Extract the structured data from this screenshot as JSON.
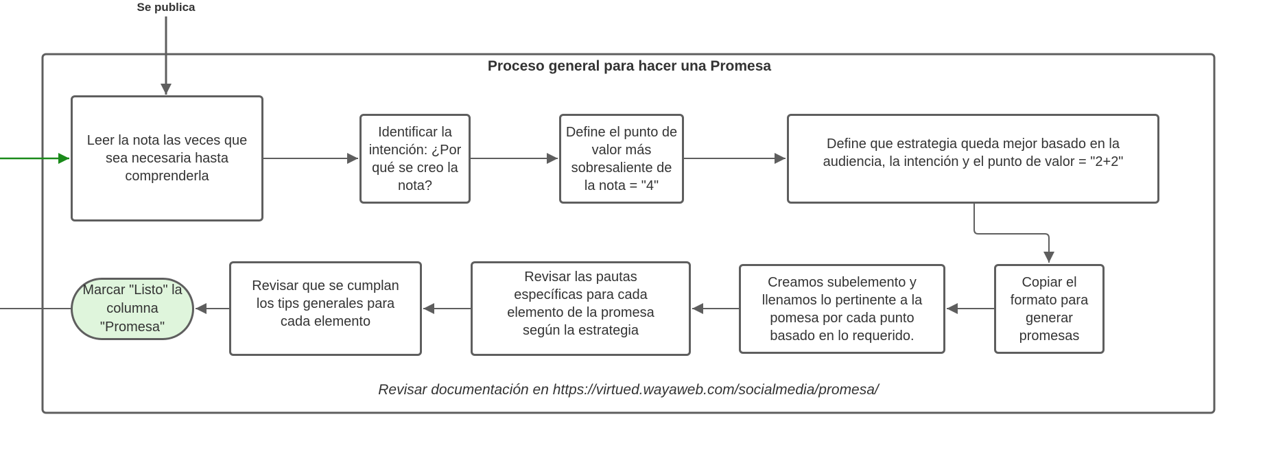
{
  "diagram": {
    "entry_label": "Se publica",
    "container_title": "Proceso general para hacer una Promesa",
    "footer_note": "Revisar documentación en https://virtued.wayaweb.com/socialmedia/promesa/",
    "steps": [
      {
        "text": "Leer la nota las veces que sea necesaria hasta comprenderla"
      },
      {
        "text": "Identificar la intención: ¿Por qué se creo la nota?"
      },
      {
        "text": "Define el punto de valor más sobresaliente de la nota = \"4\""
      },
      {
        "text": "Define que estrategia queda mejor basado en la audiencia, la intención y el punto de valor = \"2+2\""
      },
      {
        "text": "Copiar el formato para generar promesas"
      },
      {
        "text": "Creamos subelemento y llenamos lo pertinente a la pomesa por cada punto basado en lo requerido."
      },
      {
        "text": "Revisar las pautas específicas para cada elemento de la promesa según la estrategia"
      },
      {
        "text": "Revisar que se cumplan los tips generales para cada elemento"
      },
      {
        "text": "Marcar \"Listo\" la columna \"Promesa\""
      }
    ],
    "colors": {
      "stroke": "#5e5e5e",
      "entry_arrow": "#1a8a1a",
      "terminal_fill": "#dff5dc"
    }
  }
}
